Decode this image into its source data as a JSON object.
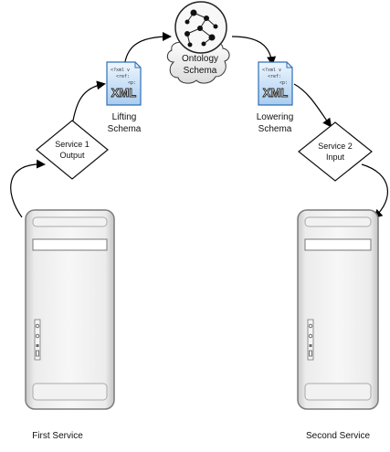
{
  "diagram": {
    "ontology": {
      "label_line1": "Ontology",
      "label_line2": "Schema"
    },
    "lifting": {
      "label_line1": "Lifting",
      "label_line2": "Schema",
      "doc_line1": "<?xml v",
      "doc_line2": "<ref:",
      "doc_line3": "<p:",
      "badge": "XML"
    },
    "lowering": {
      "label_line1": "Lowering",
      "label_line2": "Schema",
      "doc_line1": "<?xml v",
      "doc_line2": "<ref:",
      "doc_line3": "<p:",
      "badge": "XML"
    },
    "service1_output": {
      "line1": "Service 1",
      "line2": "Output"
    },
    "service2_input": {
      "line1": "Service 2",
      "line2": "Input"
    },
    "first_service": {
      "label": "First Service"
    },
    "second_service": {
      "label": "Second Service"
    }
  }
}
